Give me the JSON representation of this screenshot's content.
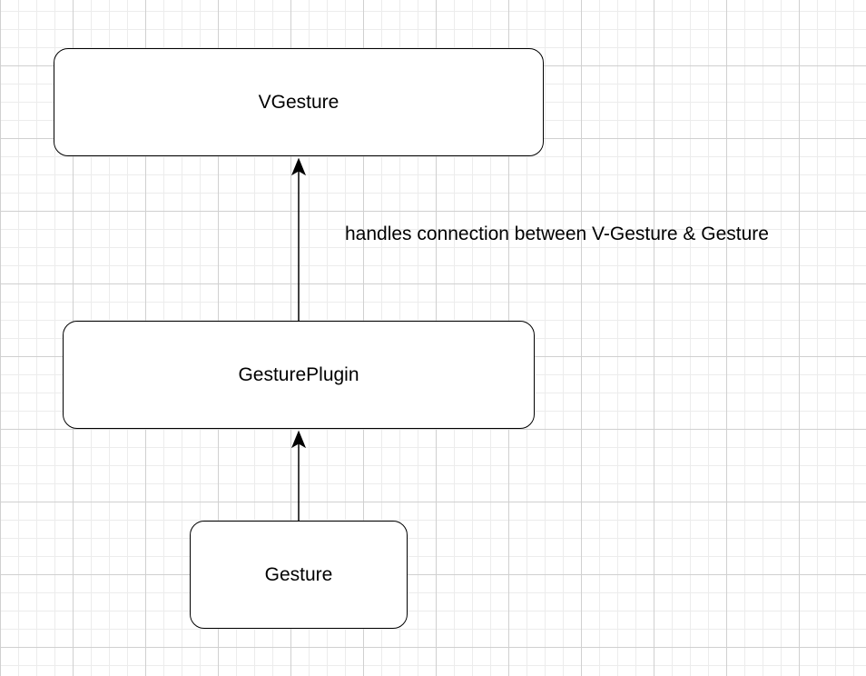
{
  "diagram": {
    "nodes": {
      "vgesture": {
        "label": "VGesture"
      },
      "gestureplugin": {
        "label": "GesturePlugin"
      },
      "gesture": {
        "label": "Gesture"
      }
    },
    "edges": [
      {
        "from": "gestureplugin",
        "to": "vgesture",
        "label": "handles connection between V-Gesture & Gesture"
      },
      {
        "from": "gesture",
        "to": "gestureplugin",
        "label": ""
      }
    ]
  }
}
